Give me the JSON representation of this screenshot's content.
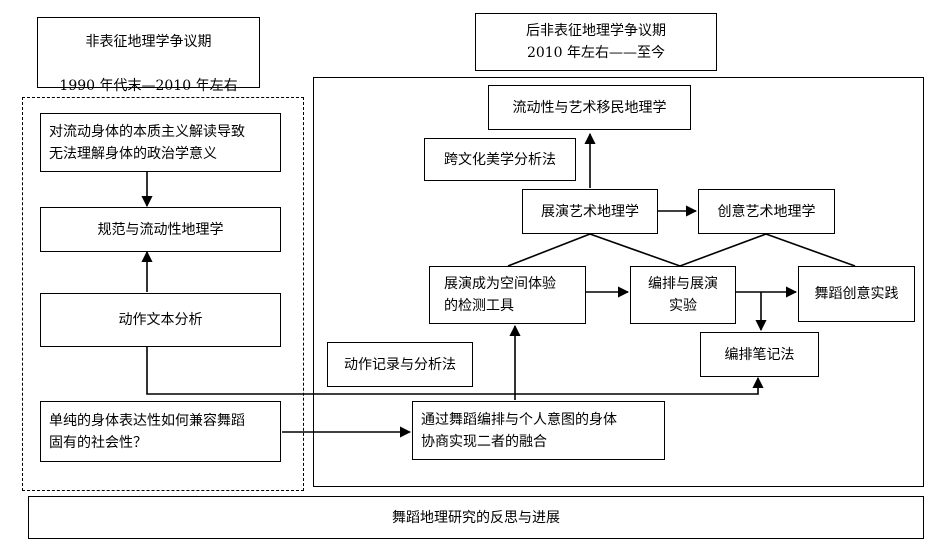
{
  "periods": {
    "early": {
      "title": "非表征地理学争议期",
      "range": "1990 年代末—2010 年左右"
    },
    "late": {
      "title": "后非表征地理学争议期",
      "range": "2010 年左右——至今"
    }
  },
  "left_column": {
    "essentialism": "对流动身体的本质主义解读导致\n无法理解身体的政治学意义",
    "norm_mobility": "规范与流动性地理学",
    "motion_text": "动作文本分析",
    "expressivity": "单纯的身体表达性如何兼容舞蹈\n固有的社会性？"
  },
  "right_column": {
    "migration_geo": "流动性与艺术移民地理学",
    "crosscultural": "跨文化美学分析法",
    "perf_art_geo": "展演艺术地理学",
    "creative_art_geo": "创意艺术地理学",
    "perf_tool": "展演成为空间体验\n的检测工具",
    "choreo_experiment": "编排与展演\n实验",
    "dance_practice": "舞蹈创意实践",
    "choreo_notes": "编排笔记法",
    "motion_record": "动作记录与分析法",
    "negotiation": "通过舞蹈编排与个人意图的身体\n协商实现二者的融合"
  },
  "footer": "舞蹈地理研究的反思与进展"
}
